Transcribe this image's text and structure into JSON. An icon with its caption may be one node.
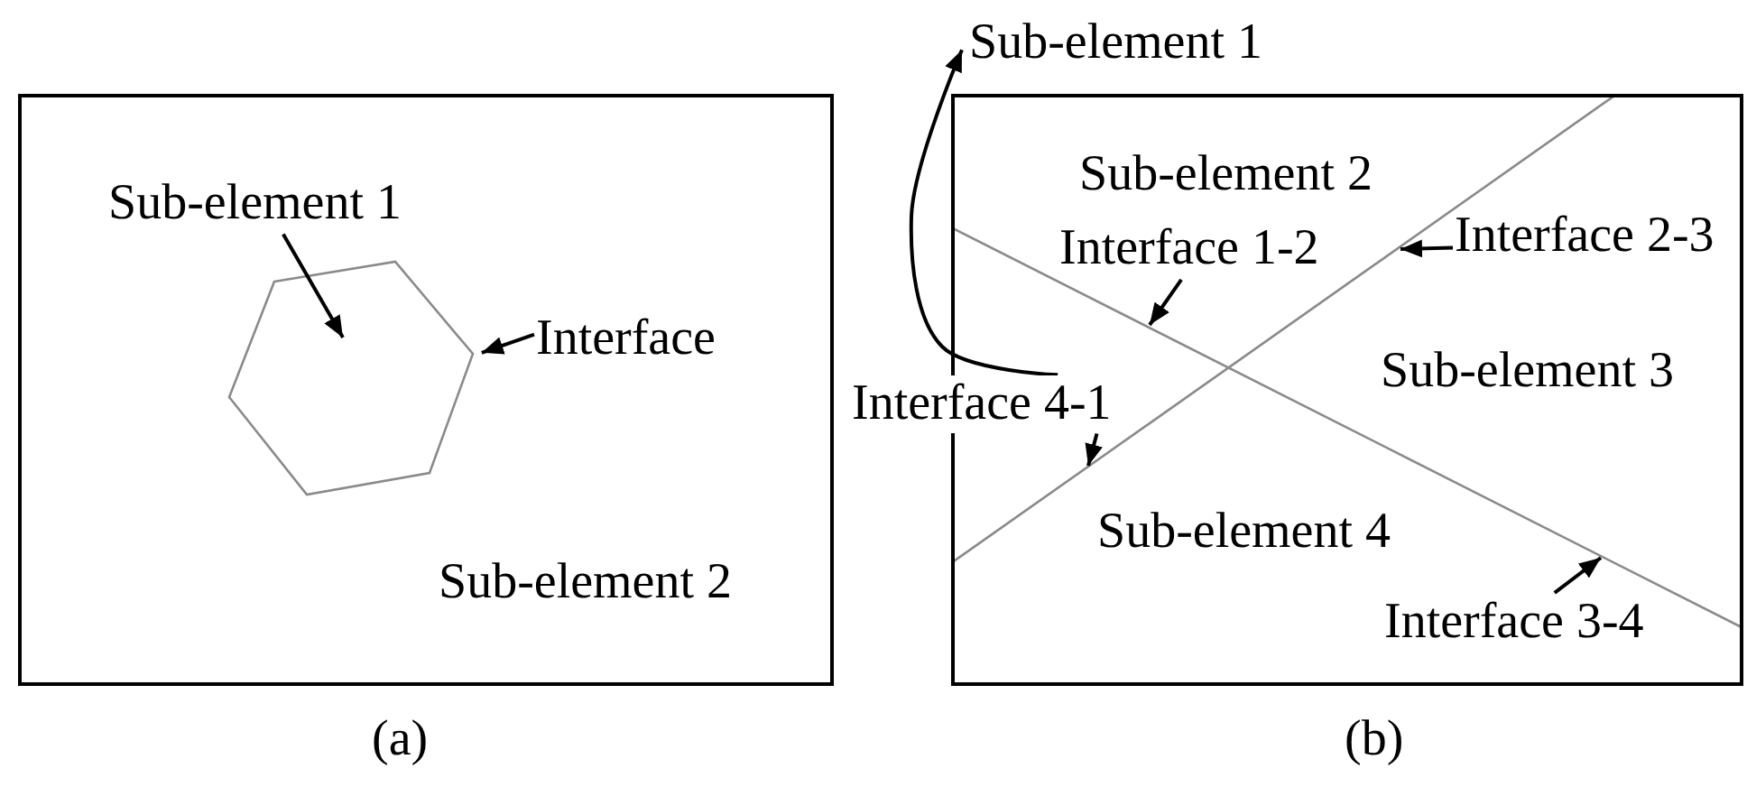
{
  "diagram": {
    "nodes": [
      {
        "text": [],
        "shape": "box"
      },
      {
        "text": [
          "Sub-element 1"
        ],
        "in": 0
      },
      {
        "text": [],
        "shape": "hexagon",
        "in": 0
      },
      {
        "text": [
          "Interface"
        ],
        "in": 0
      },
      {
        "text": [
          "Sub-element 1"
        ]
      },
      {
        "text": [],
        "shape": "box"
      },
      {
        "text": [
          "Interface 1-2"
        ],
        "in": 5
      },
      {
        "text": [
          "Interface 2-3"
        ],
        "in": 5
      },
      {
        "text": [
          "Interface 4-1"
        ]
      },
      {
        "text": [
          "Interface 3-4"
        ],
        "in": 5
      }
    ],
    "edges": [
      {
        "from": 1,
        "to": 2,
        "arrow": "to"
      },
      {
        "from": 3,
        "to": 2,
        "arrow": "to"
      },
      {
        "from": 8,
        "to": 4,
        "arrow": "to"
      },
      {
        "from": 6,
        "to": null,
        "arrow": "to"
      },
      {
        "from": 7,
        "to": null,
        "arrow": "to"
      },
      {
        "from": 8,
        "to": null,
        "arrow": "to"
      },
      {
        "from": 9,
        "to": null,
        "arrow": "to"
      }
    ],
    "labels": [
      "Sub-element 2",
      "Sub-element 2",
      "Sub-element 3",
      "Sub-element 4",
      "(a)",
      "(b)"
    ]
  }
}
